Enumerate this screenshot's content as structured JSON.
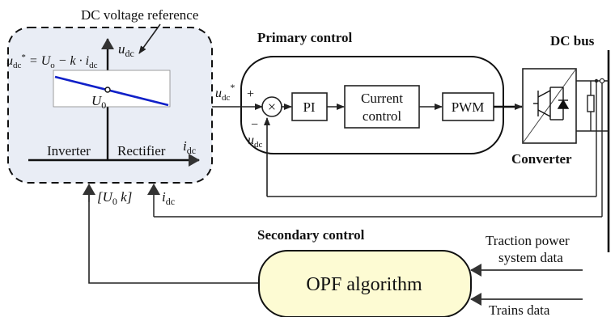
{
  "droop": {
    "reference_label": "DC voltage reference",
    "equation": {
      "u": "u",
      "u_sub": "dc",
      "star": "*",
      "eq": " = U",
      "o_sub": "o",
      "minus_k": " − k · i",
      "i_sub": "dc"
    },
    "y_axis": {
      "u": "u",
      "sub": "dc"
    },
    "x_axis": {
      "i": "i",
      "sub": "dc"
    },
    "origin": {
      "U": "U",
      "sub": "0"
    },
    "inverter_label": "Inverter",
    "rectifier_label": "Rectifier",
    "line_color": "#1020c8",
    "panel_fill": "#e9edf5"
  },
  "primary": {
    "title": "Primary control",
    "ref_in": {
      "u": "u",
      "sub": "dc",
      "star": "*"
    },
    "feedback": {
      "u": "u",
      "sub": "dc"
    },
    "plus": "+",
    "minus": "−",
    "sum_symbol": "×",
    "pi_label": "PI",
    "current_control_line1": "Current",
    "current_control_line2": "control",
    "pwm_label": "PWM"
  },
  "converter_label": "Converter",
  "dc_bus_label": "DC bus",
  "params_label": {
    "open": "[U",
    "sub": "0",
    "close": " k]"
  },
  "idc_label": {
    "i": "i",
    "sub": "dc"
  },
  "secondary": {
    "title": "Secondary control",
    "opf_label": "OPF algorithm",
    "opf_fill": "#fdfbd3"
  },
  "inputs": {
    "traction_line1": "Traction power",
    "traction_line2": "system data",
    "trains_label": "Trains data"
  }
}
